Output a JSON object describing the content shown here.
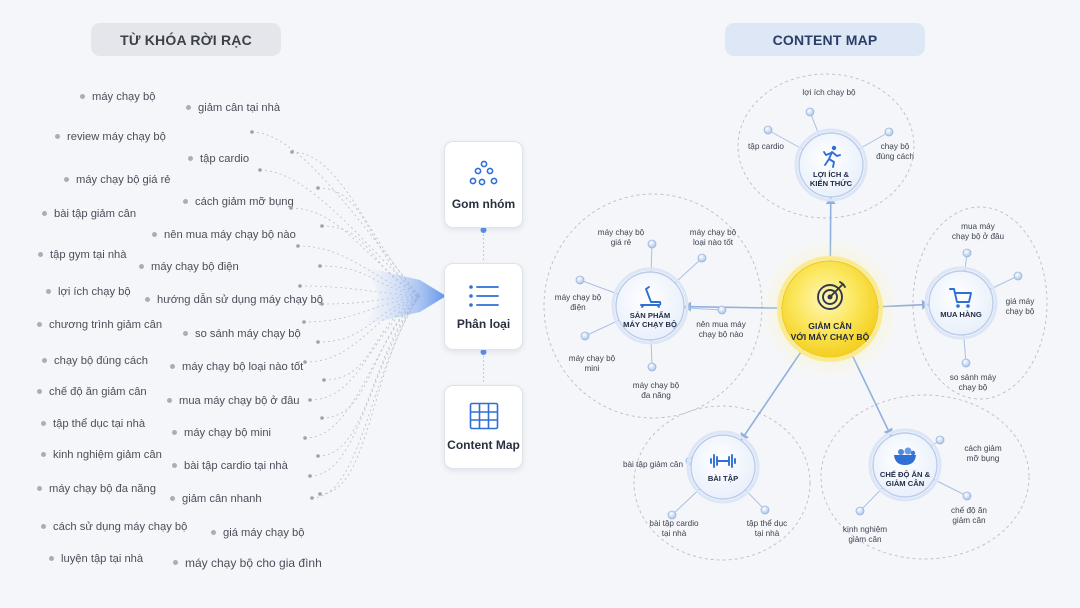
{
  "headers": {
    "keywords_title": "TỪ KHÓA RỜI RẠC",
    "content_map_title": "CONTENT MAP"
  },
  "keywords": [
    "máy chạy bộ",
    "giảm cân tại nhà",
    "review máy chạy bộ",
    "tập cardio",
    "máy chạy bộ giá rẻ",
    "cách giảm mỡ bụng",
    "bài tập giảm cân",
    "nên mua máy chạy bộ nào",
    "tập gym tại nhà",
    "máy chạy bộ điện",
    "lợi ích chạy bộ",
    "hướng dẫn sử dụng máy chạy bộ",
    "chương trình giảm cân",
    "so sánh máy chạy bộ",
    "chạy bộ đúng cách",
    "máy chạy bộ loại nào tốt",
    "chế độ ăn giảm cân",
    "mua máy chạy bộ ở đâu",
    "tập thể dục tại nhà",
    "máy chạy bộ mini",
    "kinh nghiệm giảm cân",
    "bài tập cardio tại nhà",
    "máy chạy bộ đa năng",
    "giảm cân nhanh",
    "cách sử dụng máy chạy bộ",
    "giá máy chạy bộ",
    "luyện tập tại nhà",
    "máy chạy bộ cho gia đình"
  ],
  "steps": [
    {
      "label": "Gom nhóm",
      "icon": "cluster-dots-icon"
    },
    {
      "label": "Phân loại",
      "icon": "list-icon"
    },
    {
      "label": "Content Map",
      "icon": "grid-icon"
    }
  ],
  "content_map": {
    "center": {
      "line1": "GIẢM CÂN",
      "line2": "VỚI MÁY CHẠY BỘ",
      "icon": "target-icon",
      "color": "#f7d93a"
    },
    "hubs": {
      "loi_ich": {
        "line1": "LỢI ÍCH &",
        "line2": "KIẾN THỨC",
        "icon": "runner-icon"
      },
      "san_pham": {
        "line1": "SẢN PHẨM",
        "line2": "MÁY CHẠY BỘ",
        "icon": "treadmill-icon"
      },
      "mua_hang": {
        "line1": "MUA HÀNG",
        "line2": "",
        "icon": "cart-icon"
      },
      "bai_tap": {
        "line1": "BÀI TẬP",
        "line2": "",
        "icon": "dumbbell-icon"
      },
      "che_do": {
        "line1": "CHẾ ĐỘ ĂN &",
        "line2": "GIẢM CÂN",
        "icon": "salad-bowl-icon"
      }
    },
    "leaves": {
      "loi_ich": [
        {
          "line1": "lợi ích chạy bộ",
          "line2": ""
        },
        {
          "line1": "tập cardio",
          "line2": ""
        },
        {
          "line1": "chạy bộ",
          "line2": "đúng cách"
        }
      ],
      "san_pham": [
        {
          "line1": "máy chạy bộ",
          "line2": "giá rẻ"
        },
        {
          "line1": "máy chạy bộ",
          "line2": "loại nào tốt"
        },
        {
          "line1": "máy chạy bộ",
          "line2": "điện"
        },
        {
          "line1": "nên mua máy",
          "line2": "chạy bộ nào"
        },
        {
          "line1": "máy chạy bộ",
          "line2": "mini"
        },
        {
          "line1": "máy chạy bộ",
          "line2": "đa năng"
        }
      ],
      "mua_hang": [
        {
          "line1": "mua máy",
          "line2": "chạy bộ ở đâu"
        },
        {
          "line1": "giá máy",
          "line2": "chạy bộ"
        },
        {
          "line1": "so sánh máy",
          "line2": "chạy bộ"
        }
      ],
      "bai_tap": [
        {
          "line1": "bài tập giảm cân",
          "line2": ""
        },
        {
          "line1": "bài tập cardio",
          "line2": "tại nhà"
        },
        {
          "line1": "tập thể dục",
          "line2": "tại nhà"
        }
      ],
      "che_do": [
        {
          "line1": "cách giảm",
          "line2": "mỡ bụng"
        },
        {
          "line1": "chế độ ăn",
          "line2": "giảm cân"
        },
        {
          "line1": "kinh nghiệm",
          "line2": "giảm cân"
        }
      ]
    },
    "colors": {
      "accent": "#2f6fd6",
      "line": "#8fb0de",
      "hub_border": "#b9ccec",
      "cluster_border": "#b9bec8"
    }
  }
}
